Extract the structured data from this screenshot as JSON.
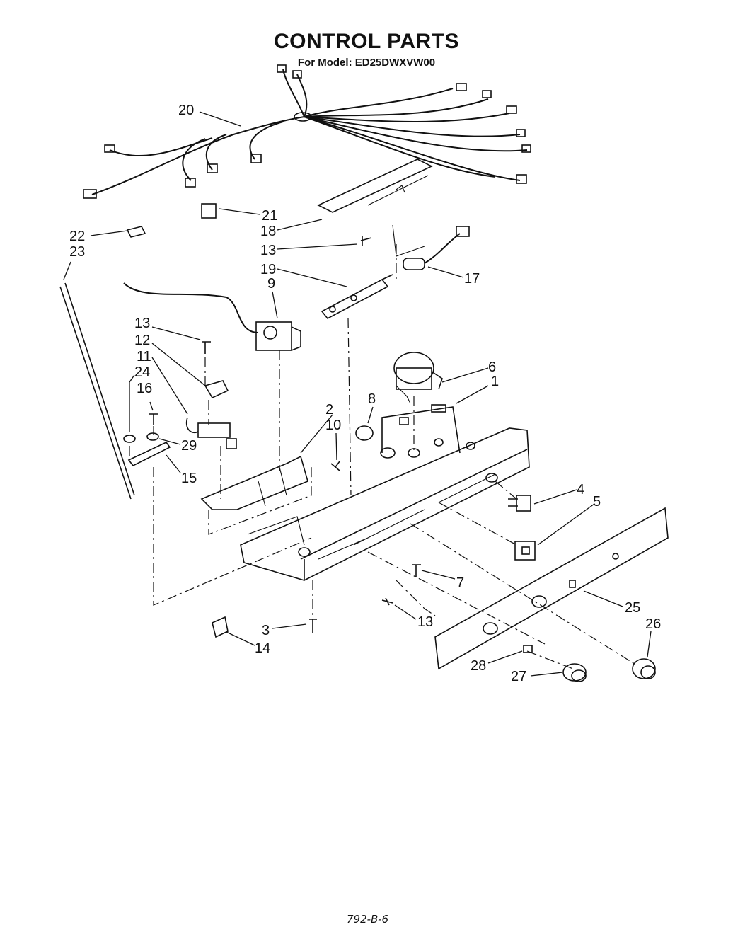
{
  "page": {
    "title": "CONTROL PARTS",
    "subtitle": "For Model: ED25DWXVW00",
    "footer": "792-B-6"
  },
  "callouts": [
    {
      "id": "c20",
      "text": "20"
    },
    {
      "id": "c21",
      "text": "21"
    },
    {
      "id": "c22",
      "text": "22"
    },
    {
      "id": "c23",
      "text": "23"
    },
    {
      "id": "c18",
      "text": "18"
    },
    {
      "id": "c13a",
      "text": "13"
    },
    {
      "id": "c19",
      "text": "19"
    },
    {
      "id": "c17",
      "text": "17"
    },
    {
      "id": "c9",
      "text": "9"
    },
    {
      "id": "c13b",
      "text": "13"
    },
    {
      "id": "c12",
      "text": "12"
    },
    {
      "id": "c11",
      "text": "11"
    },
    {
      "id": "c24",
      "text": "24"
    },
    {
      "id": "c16",
      "text": "16"
    },
    {
      "id": "c6",
      "text": "6"
    },
    {
      "id": "c1",
      "text": "1"
    },
    {
      "id": "c8",
      "text": "8"
    },
    {
      "id": "c2",
      "text": "2"
    },
    {
      "id": "c10",
      "text": "10"
    },
    {
      "id": "c29",
      "text": "29"
    },
    {
      "id": "c15",
      "text": "15"
    },
    {
      "id": "c4",
      "text": "4"
    },
    {
      "id": "c5",
      "text": "5"
    },
    {
      "id": "c7",
      "text": "7"
    },
    {
      "id": "c25",
      "text": "25"
    },
    {
      "id": "c26",
      "text": "26"
    },
    {
      "id": "c13c",
      "text": "13"
    },
    {
      "id": "c3",
      "text": "3"
    },
    {
      "id": "c14",
      "text": "14"
    },
    {
      "id": "c28",
      "text": "28"
    },
    {
      "id": "c27",
      "text": "27"
    }
  ]
}
